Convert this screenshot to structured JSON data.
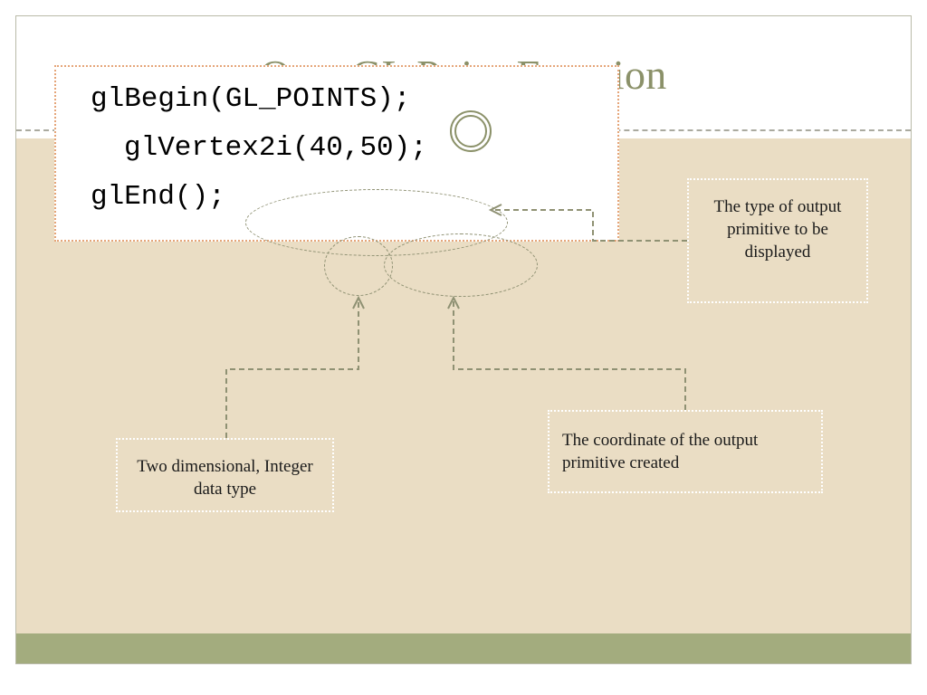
{
  "slide": {
    "title": "OpenGL Point Function",
    "ornament_icon": "double-ring-circle-icon",
    "colors": {
      "title": "#8b9169",
      "body_background": "#eaddc4",
      "footer_bar": "#a3ac7e",
      "code_box_border": "#e5a579",
      "code_box_background": "#ffffff",
      "callout_border": "#ffffff",
      "connector": "#8f9173"
    }
  },
  "code": {
    "lines": [
      "glBegin(GL_POINTS);",
      "glVertex2i(40,50);",
      "glEnd();"
    ]
  },
  "highlights": [
    {
      "name": "gl-points-token",
      "text": "(GL_POINTS)"
    },
    {
      "name": "two-i-token",
      "text": "2i"
    },
    {
      "name": "coordinates-token",
      "text": "(40,50)"
    }
  ],
  "callouts": [
    {
      "name": "type-of-output-primitive",
      "text": "The type of output primitive to be displayed"
    },
    {
      "name": "coordinate-of-output-primitive",
      "text": "The coordinate of the output primitive created"
    },
    {
      "name": "two-dimensional-integer-data-type",
      "text": "Two dimensional, Integer data type"
    }
  ]
}
